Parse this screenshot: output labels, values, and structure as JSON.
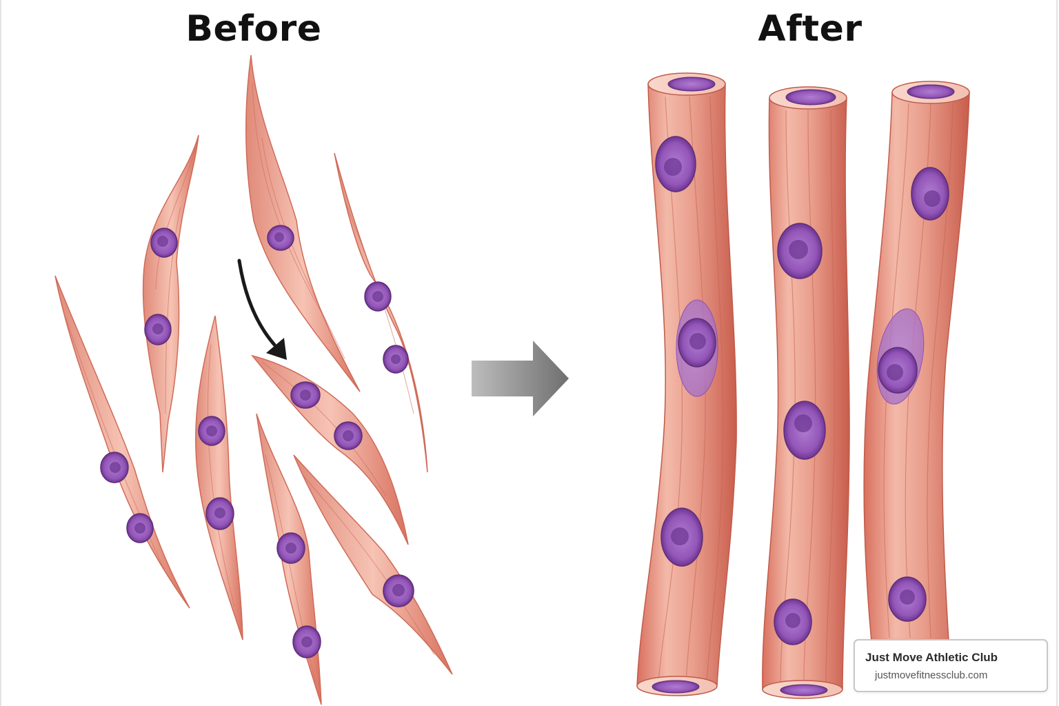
{
  "titles": {
    "before": "Before",
    "after": "After"
  },
  "watermark": {
    "name": "Just Move Athletic Club",
    "url": "justmovefitnessclub.com"
  },
  "colors": {
    "fiber_light": "#f2b4a4",
    "fiber_dark": "#d9705f",
    "nucleus": "#9b59b6",
    "nucleus_dark": "#5e2d79",
    "arrow_gray": "#8c8c8c",
    "curved_arrow": "#1a1a1a"
  },
  "icons": {
    "transition": "right-arrow-icon",
    "fusion": "curved-arrow-icon"
  }
}
